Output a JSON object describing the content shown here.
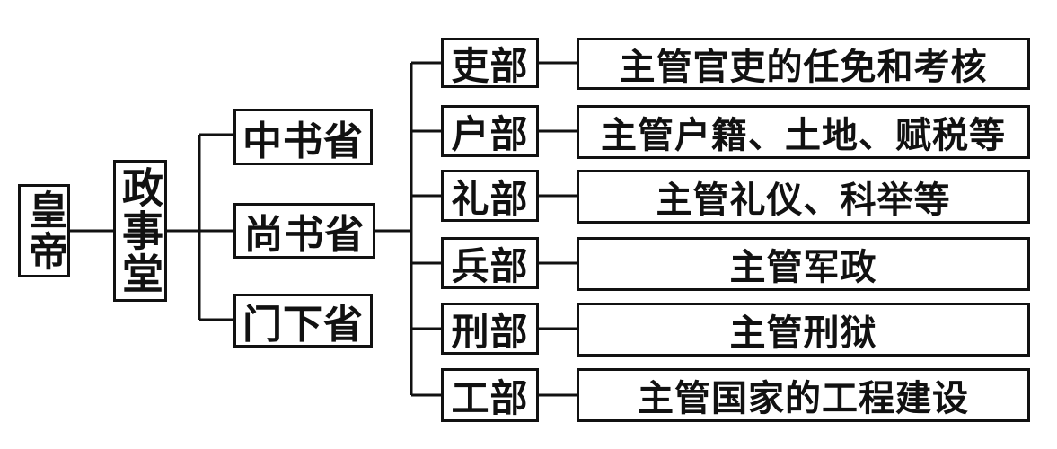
{
  "emperor": "皇帝",
  "council": "政事堂",
  "provinces": {
    "zhongshu": "中书省",
    "shangshu": "尚书省",
    "menxia": "门下省"
  },
  "ministries": [
    {
      "name": "吏部",
      "duty": "主管官吏的任免和考核"
    },
    {
      "name": "户部",
      "duty": "主管户籍、土地、赋税等"
    },
    {
      "name": "礼部",
      "duty": "主管礼仪、科举等"
    },
    {
      "name": "兵部",
      "duty": "主管军政"
    },
    {
      "name": "刑部",
      "duty": "主管刑狱"
    },
    {
      "name": "工部",
      "duty": "主管国家的工程建设"
    }
  ]
}
